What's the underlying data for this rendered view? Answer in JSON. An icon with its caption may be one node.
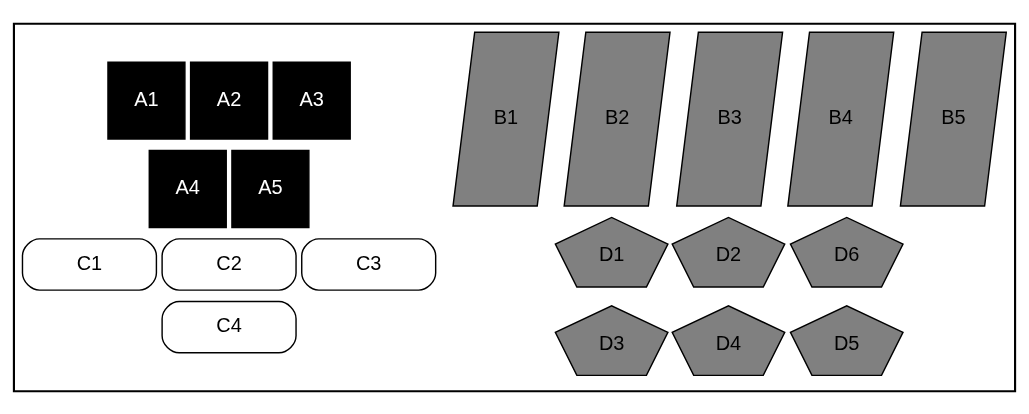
{
  "diagram": {
    "nodes": [
      {
        "text": [],
        "shape": "box"
      },
      {
        "text": [
          "A1"
        ],
        "in": 0
      },
      {
        "text": [
          "A2"
        ],
        "in": 0
      },
      {
        "text": [
          "A3"
        ],
        "in": 0
      },
      {
        "text": [
          "A4"
        ],
        "in": 0
      },
      {
        "text": [
          "A5"
        ],
        "in": 0
      },
      {
        "text": [
          "B1"
        ],
        "in": 0
      },
      {
        "text": [
          "B2"
        ],
        "in": 0
      },
      {
        "text": [
          "B3"
        ],
        "in": 0
      },
      {
        "text": [
          "B4"
        ],
        "in": 0
      },
      {
        "text": [
          "B5"
        ],
        "in": 0
      },
      {
        "text": [
          "C1"
        ],
        "in": 0
      },
      {
        "text": [
          "C2"
        ],
        "in": 0
      },
      {
        "text": [
          "C3"
        ],
        "in": 0
      },
      {
        "text": [
          "C4"
        ],
        "in": 0
      },
      {
        "text": [
          "D1"
        ],
        "in": 0
      },
      {
        "text": [
          "D2"
        ],
        "in": 0
      },
      {
        "text": [
          "D6"
        ],
        "in": 0
      },
      {
        "text": [
          "D3"
        ],
        "in": 0
      },
      {
        "text": [
          "D4"
        ],
        "in": 0
      },
      {
        "text": [
          "D5"
        ],
        "in": 0
      }
    ],
    "edges": []
  }
}
